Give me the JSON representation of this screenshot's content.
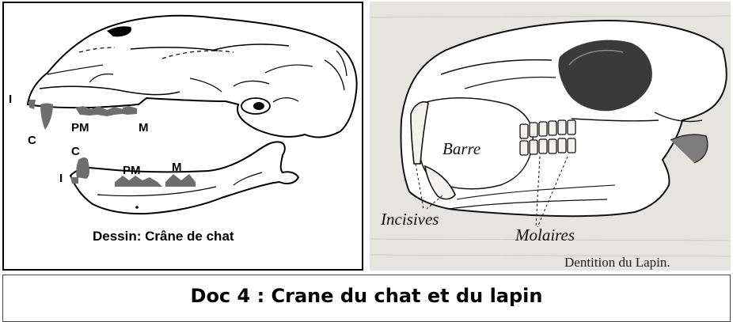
{
  "cat": {
    "labels": {
      "incisor_upper": "I",
      "canine_upper": "C",
      "premolar_upper": "PM",
      "molar_upper": "M",
      "canine_lower": "C",
      "incisor_lower": "I",
      "premolar_lower": "PM",
      "molar_lower": "M"
    },
    "title": "Dessin: Crâne de chat"
  },
  "rabbit": {
    "labels": {
      "gap": "Barre",
      "incisors": "Incisives",
      "molars": "Molaires"
    },
    "title": "Dentition du Lapin."
  },
  "caption": "Doc 4 : Crane du chat et du lapin",
  "colors": {
    "teeth": "#6e6e6e",
    "rabbit_bg": "#e6e4df"
  }
}
